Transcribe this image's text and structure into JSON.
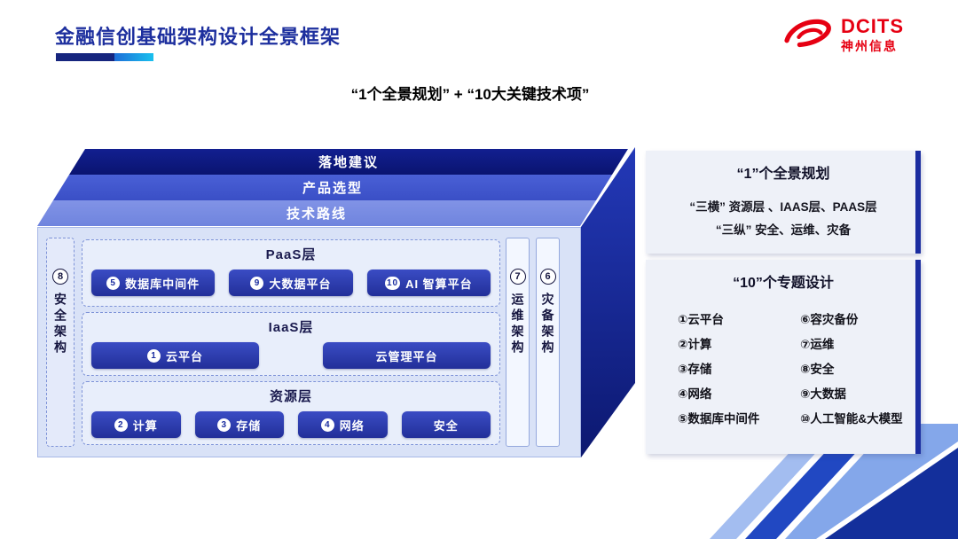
{
  "slide": {
    "title": "金融信创基础架构设计全景框架",
    "subtitle": "“1个全景规划” + “10大关键技术项”"
  },
  "logo": {
    "brand": "DCITS",
    "company": "神州信息"
  },
  "stack": {
    "layers": [
      {
        "label": "落地建议"
      },
      {
        "label": "产品选型"
      },
      {
        "label": "技术路线"
      }
    ]
  },
  "diagram": {
    "security_strip": {
      "num": "8",
      "label": "安全架构"
    },
    "ops_strip": {
      "num": "7",
      "label": "运维架构"
    },
    "dr_strip": {
      "num": "6",
      "label": "灾备架构"
    },
    "paas": {
      "title": "PaaS层",
      "buttons": [
        {
          "num": "5",
          "label": "数据库中间件"
        },
        {
          "num": "9",
          "label": "大数据平台"
        },
        {
          "num": "10",
          "label": "AI 智算平台"
        }
      ]
    },
    "iaas": {
      "title": "IaaS层",
      "buttons": [
        {
          "num": "1",
          "label": "云平台"
        },
        {
          "num": "",
          "label": "云管理平台"
        }
      ]
    },
    "resource": {
      "title": "资源层",
      "buttons": [
        {
          "num": "2",
          "label": "计算"
        },
        {
          "num": "3",
          "label": "存储"
        },
        {
          "num": "4",
          "label": "网络"
        },
        {
          "num": "",
          "label": "安全"
        }
      ]
    }
  },
  "right_panels": {
    "panel1": {
      "title": "“1”个全景规划",
      "line1": "“三横” 资源层 、IAAS层、PAAS层",
      "line2": "“三纵” 安全、运维、灾备"
    },
    "panel2": {
      "title": "“10”个专题设计",
      "left": [
        "①云平台",
        "②计算",
        "③存储",
        "④网络",
        "⑤数据库中间件"
      ],
      "right": [
        "⑥容灾备份",
        "⑦运维",
        "⑧安全",
        "⑨大数据",
        "⑩人工智能&大模型"
      ]
    }
  },
  "colors": {
    "brand_red": "#e60012",
    "title_blue": "#1d2f9e",
    "layer_dark": "#0d1a84",
    "layer_mid": "#4257ce",
    "layer_light": "#7b8ede",
    "face_bg": "#d9e2f7",
    "button_bg": "#2a3ab0",
    "panel_bg": "#eef1f8",
    "accent_bar": "#1b2da0"
  }
}
